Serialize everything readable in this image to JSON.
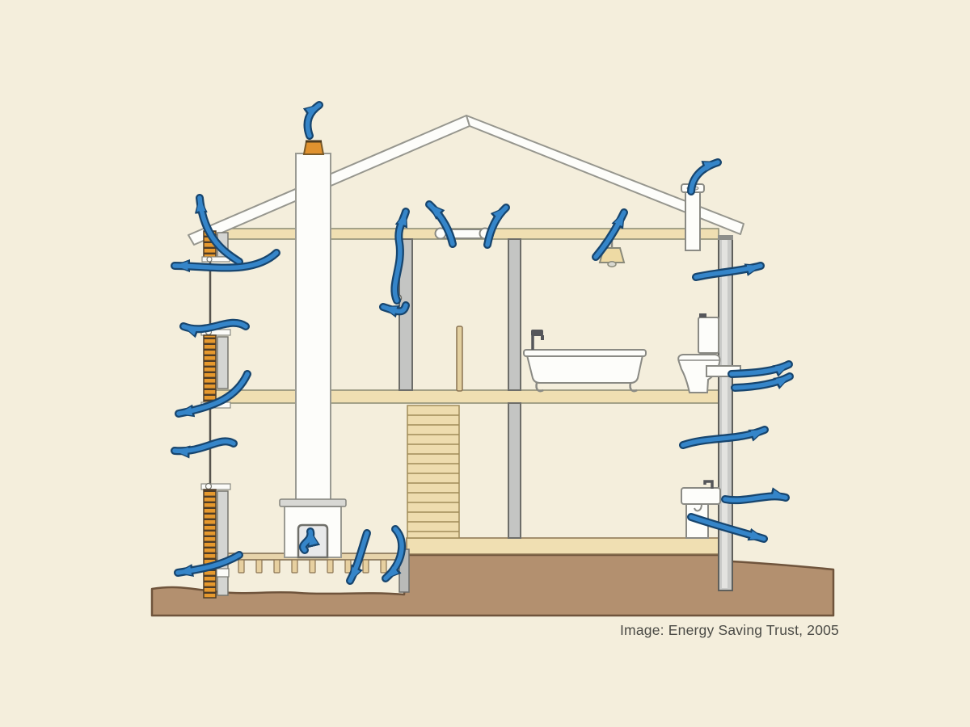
{
  "diagram": {
    "caption": "Image: Energy Saving Trust, 2005",
    "subject": "house-cross-section-air-leakage",
    "palette": {
      "background": "#f4eedc",
      "ground_brown": "#b3906f",
      "ground_outline": "#6f543c",
      "floor_tan": "#f0dfb2",
      "stair_tan": "#eedcae",
      "wall_gray": "#c9cac8",
      "brick_orange": "#e6992e",
      "brick_dark": "#4e3c27",
      "arrow_blue": "#3585c9",
      "arrow_outline": "#17456e",
      "chimney_pot_orange": "#e0922f",
      "roof_white": "#fdfdfa",
      "lamp_tan": "#eedaa4",
      "caption_text": "#4b4b46"
    },
    "arrow_icons": [
      "chimney-flue-arrow",
      "eaves-left-up-arrow",
      "eaves-left-out-arrow",
      "window-head-arrow",
      "window-sill-floor-junction-arrow",
      "wall-crack-left-arrow",
      "ground-floor-wall-junction-arrow",
      "fireplace-draught-arrow",
      "floorboard-gap-arrow-1",
      "floorboard-gap-arrow-2",
      "partition-riser-arrow",
      "partition-socket-arrow",
      "loft-hatch-left-arrow",
      "loft-hatch-right-arrow",
      "ceiling-light-fitting-arrow",
      "soil-pipe-roof-arrow",
      "bathroom-extractor-arrow",
      "toilet-pipe-arrow-upper",
      "toilet-pipe-arrow-lower",
      "wall-service-penetration-arrow",
      "kitchen-sink-pipe-arrow",
      "skirting-board-arrow"
    ]
  }
}
